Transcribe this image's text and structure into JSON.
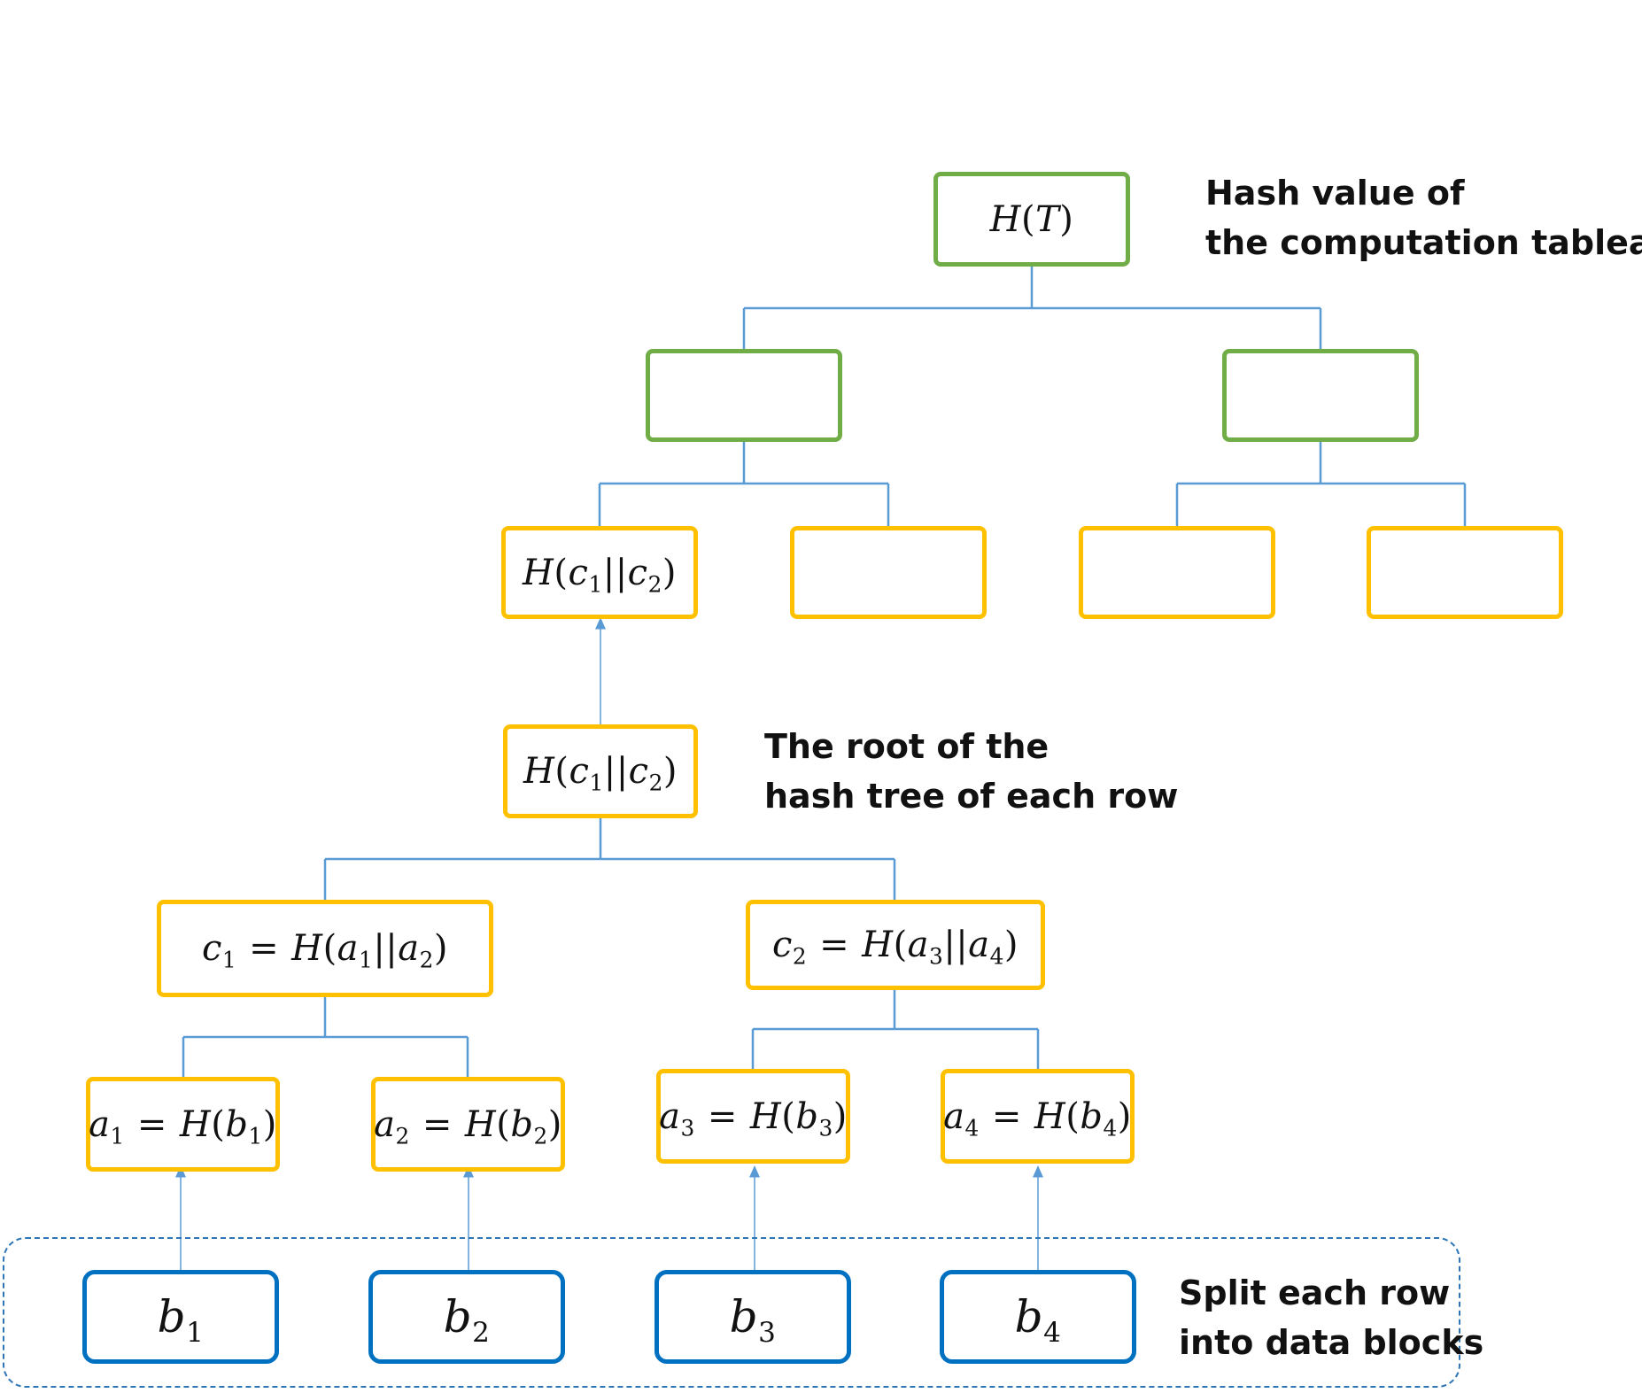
{
  "nodes": {
    "root": {
      "label": "H(T)",
      "color": "#70AD47"
    },
    "mid_left": {
      "label": "",
      "color": "#70AD47"
    },
    "mid_right": {
      "label": "",
      "color": "#70AD47"
    },
    "row_root_copy": {
      "label": "H(c1||c2)",
      "color": "#FFC000"
    },
    "row_root": {
      "label": "H(c1||c2)",
      "color": "#FFC000"
    },
    "c1": {
      "label": "c1 = H(a1||a2)",
      "color": "#FFC000"
    },
    "c2": {
      "label": "c2 = H(a3||a4)",
      "color": "#FFC000"
    },
    "a1": {
      "label": "a1 = H(b1)",
      "color": "#FFC000"
    },
    "a2": {
      "label": "a2 = H(b2)",
      "color": "#FFC000"
    },
    "a3": {
      "label": "a3 = H(b3)",
      "color": "#FFC000"
    },
    "a4": {
      "label": "a4 = H(b4)",
      "color": "#FFC000"
    },
    "b1": {
      "label": "b1",
      "color": "#0070C0"
    },
    "b2": {
      "label": "b2",
      "color": "#0070C0"
    },
    "b3": {
      "label": "b3",
      "color": "#0070C0"
    },
    "b4": {
      "label": "b4",
      "color": "#0070C0"
    }
  },
  "annotations": {
    "hash_value": {
      "line1": "Hash value of",
      "line2": "the computation tableau"
    },
    "row_root": {
      "line1": "The root of the",
      "line2": "hash tree of each row"
    },
    "data_blocks": {
      "line1": "Split each row",
      "line2": "into data blocks"
    }
  },
  "colors": {
    "connector": "#5B9BD5",
    "green": "#70AD47",
    "yellow": "#FFC000",
    "blue": "#0070C0"
  }
}
